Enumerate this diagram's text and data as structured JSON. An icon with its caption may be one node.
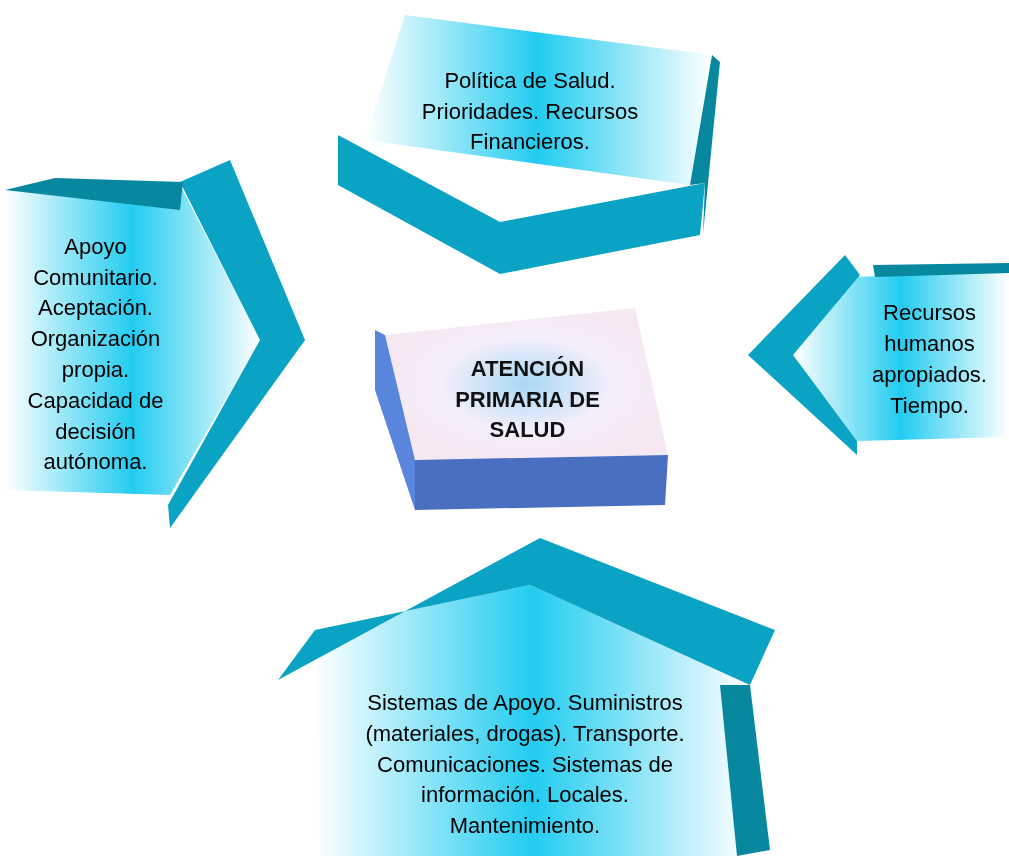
{
  "diagram": {
    "nodes": [
      {
        "text": [
          "Política de Salud. Prioridades. Recursos Financieros."
        ]
      },
      {
        "text": [
          "Apoyo Comunitario. Aceptación. Organización propia. Capacidad de decisión autónoma."
        ]
      },
      {
        "text": [
          "ATENCIÓN PRIMARIA DE SALUD"
        ]
      },
      {
        "text": [
          "Recursos humanos apropiados. Tiempo."
        ]
      },
      {
        "text": [
          "Sistemas de Apoyo. Suministros (materiales, drogas). Transporte. Comunicaciones. Sistemas de información. Locales. Mantenimiento."
        ]
      }
    ]
  }
}
